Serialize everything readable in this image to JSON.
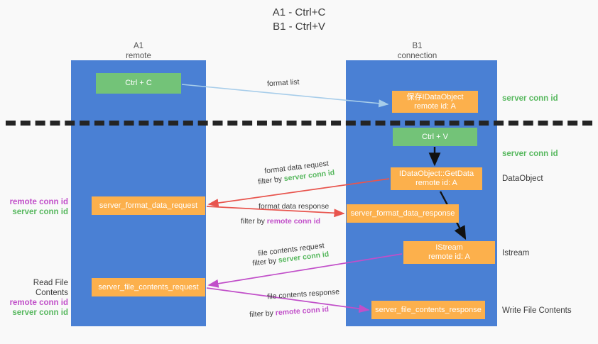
{
  "title": {
    "line1": "A1 - Ctrl+C",
    "line2": "B1 - Ctrl+V"
  },
  "columns": {
    "a1": {
      "name": "A1",
      "role": "remote"
    },
    "b1": {
      "name": "B1",
      "role": "connection"
    }
  },
  "nodes": {
    "ctrl_c": {
      "label": "Ctrl + C",
      "color": "#73c378",
      "lane": "A1"
    },
    "save_idataobject": {
      "line1": "保存IDataObject",
      "line2": "remote id: A",
      "color": "#fcb04c",
      "lane": "B1"
    },
    "ctrl_v": {
      "label": "Ctrl + V",
      "color": "#73c378",
      "lane": "B1"
    },
    "getdata": {
      "line1": "IDataObject::GetData",
      "line2": "remote id: A",
      "color": "#fcb04c",
      "lane": "B1"
    },
    "server_format_data_request": {
      "label": "server_format_data_request",
      "color": "#fcb04c",
      "lane": "A1"
    },
    "server_format_data_response": {
      "label": "server_format_data_response",
      "color": "#fcb04c",
      "lane": "B1"
    },
    "istream": {
      "line1": "IStream",
      "line2": "remote id: A",
      "color": "#fcb04c",
      "lane": "B1"
    },
    "server_file_contents_request": {
      "label": "server_file_contents_request",
      "color": "#fcb04c",
      "lane": "A1"
    },
    "server_file_contents_response": {
      "label": "server_file_contents_response",
      "color": "#fcb04c",
      "lane": "B1"
    }
  },
  "right_labels": {
    "server_conn_id_1": "server conn id",
    "server_conn_id_2": "server conn id",
    "dataobject": "DataObject",
    "istream": "Istream",
    "write_file_contents": "Write File Contents"
  },
  "left_labels": {
    "remote_conn_id_1": "remote conn id",
    "server_conn_id_1": "server conn id",
    "read_file_contents": "Read File Contents",
    "remote_conn_id_2": "remote conn id",
    "server_conn_id_2": "server conn id"
  },
  "edges": {
    "format_list": {
      "label": "format list",
      "color": "#a7cdea"
    },
    "format_data_request": {
      "label": "format data request",
      "filter_prefix": "filter by ",
      "filter_value": "server conn id",
      "color": "#e8554e"
    },
    "format_data_response": {
      "label": "format data response",
      "filter_prefix": "filter by ",
      "filter_value": "remote conn id",
      "color": "#e8554e"
    },
    "file_contents_request": {
      "label": "file contents request",
      "filter_prefix": "filter by ",
      "filter_value": "server conn id",
      "color": "#c14fc9"
    },
    "file_contents_response": {
      "label": "file contents response",
      "filter_prefix": "filter by ",
      "filter_value": "remote conn id",
      "color": "#c14fc9"
    }
  },
  "colors": {
    "lane_blue": "#4a80d4",
    "node_green": "#73c378",
    "node_orange": "#fcb04c",
    "conn_green_text": "#57b85e",
    "conn_purple_text": "#c14fc9",
    "arrow_red": "#e8554e",
    "arrow_purple": "#c14fc9",
    "arrow_lightblue": "#a7cdea",
    "arrow_black": "#111111",
    "divider": "#242424",
    "background": "#f9f9f9"
  }
}
